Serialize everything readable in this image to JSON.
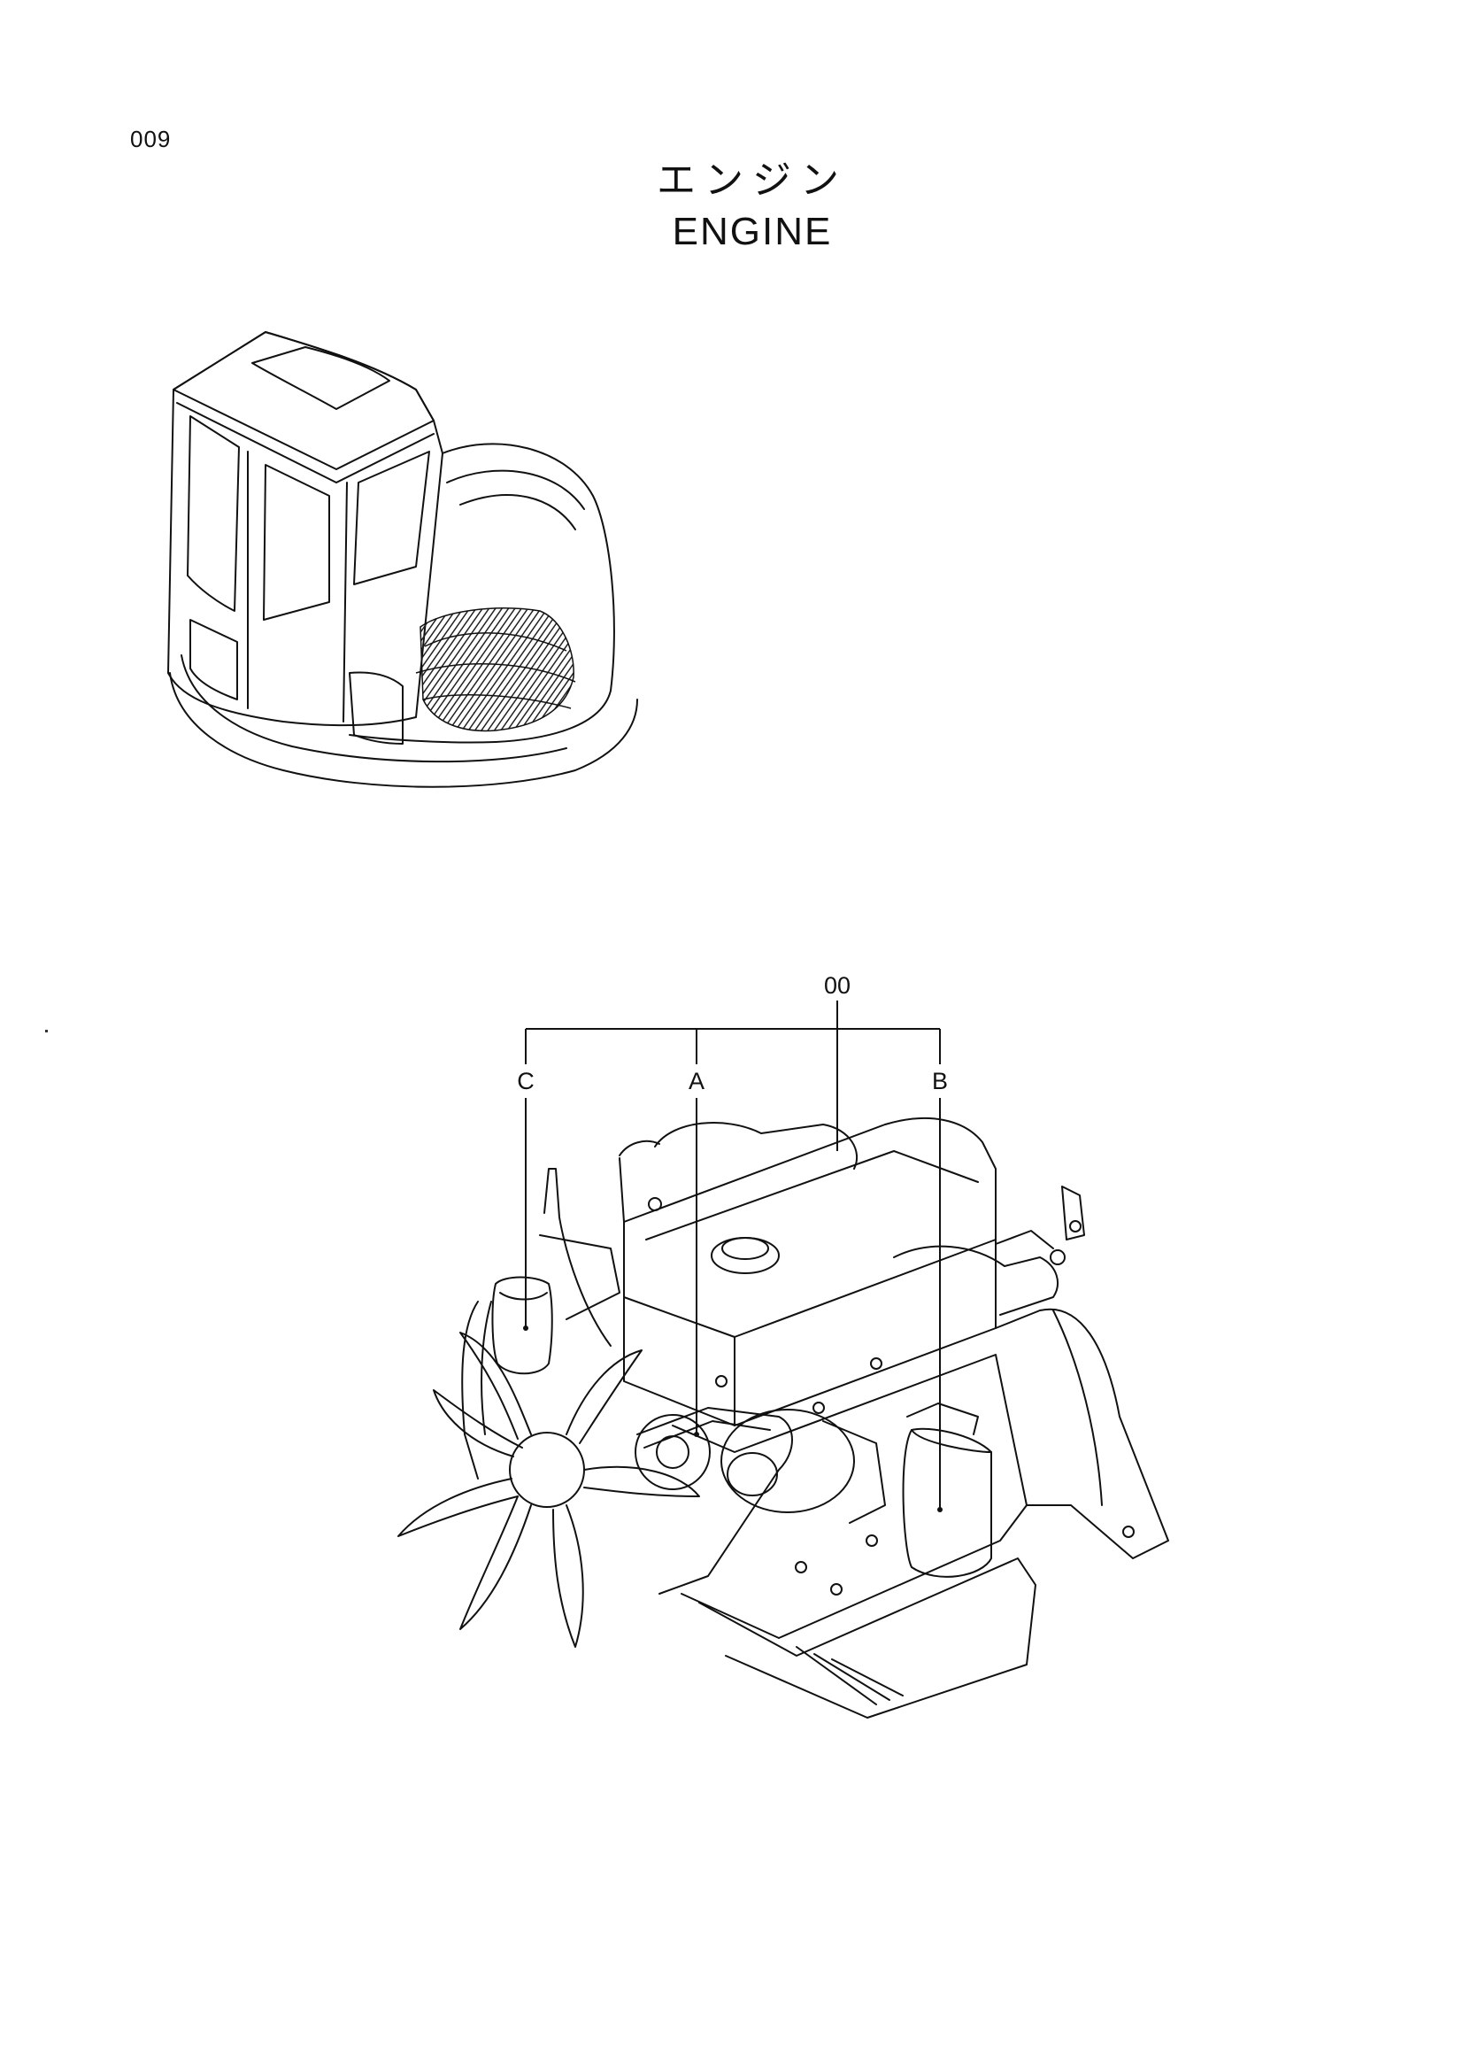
{
  "page": {
    "number": "009",
    "title_ja": "エンジン",
    "title_en": "ENGINE"
  },
  "callouts": {
    "assembly": "00",
    "a": "A",
    "b": "B",
    "c": "C"
  },
  "colors": {
    "ink": "#111111",
    "hatch": "#333333",
    "paper": "#ffffff"
  }
}
